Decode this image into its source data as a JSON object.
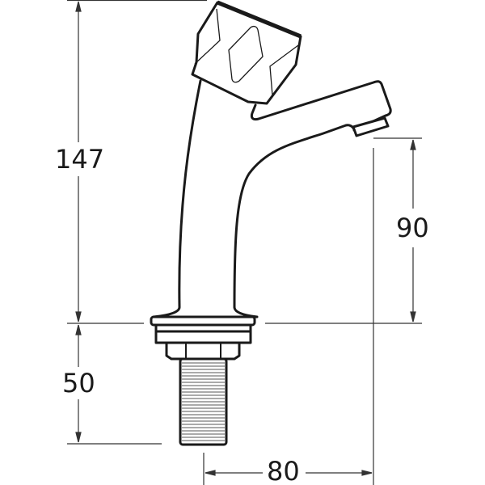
{
  "diagram": {
    "subject": "Pillar tap with crystal-head handle",
    "colors": {
      "outline": "#1a1a1a",
      "dimension_line": "#333333",
      "background": "#ffffff"
    },
    "dimensions": {
      "total_height": "147",
      "spout_height": "90",
      "tail_length": "50",
      "projection": "80"
    }
  }
}
